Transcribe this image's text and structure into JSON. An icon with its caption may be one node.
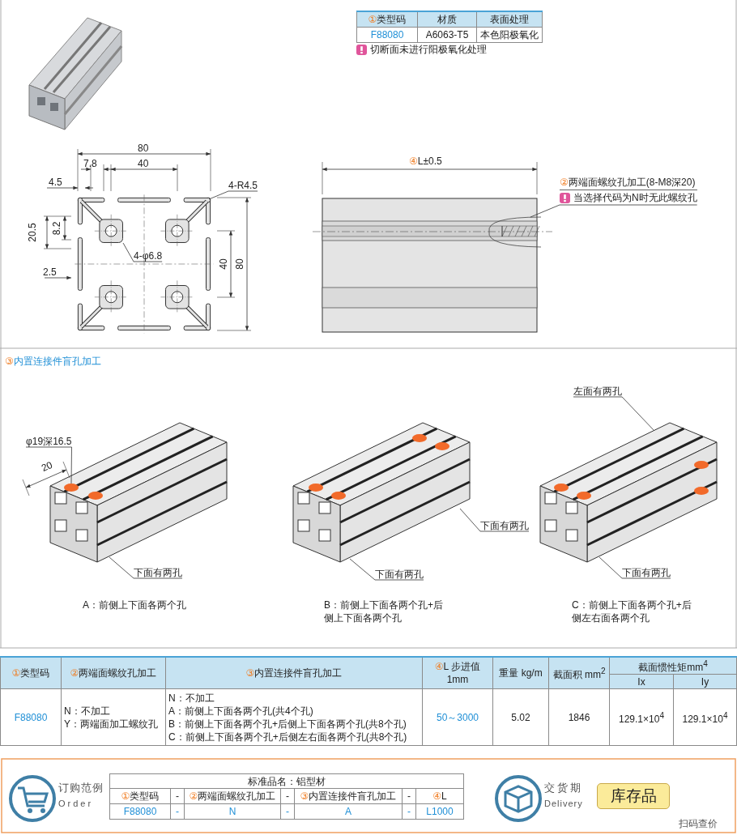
{
  "diagram": {
    "nodes": [
      {
        "text": [
          "4-R4.5"
        ]
      },
      {
        "text": [
          "4-φ6.8"
        ],
        "in": 9
      },
      {
        "text": [
          "②两端面螺纹孔加工(8-M8深20)",
          "当选择代码为N时无此螺纹孔"
        ]
      },
      {
        "text": [
          "左面有两孔"
        ]
      },
      {
        "text": [
          "φ19深16.5"
        ]
      },
      {
        "text": [
          "下面有两孔"
        ]
      },
      {
        "text": [
          "下面有两孔"
        ]
      },
      {
        "text": [
          "下面有两孔"
        ]
      },
      {
        "text": [
          "下面有两孔"
        ]
      },
      {
        "text": [],
        "shape": "picture"
      },
      {
        "text": [],
        "shape": "picture"
      },
      {
        "text": [],
        "shape": "picture"
      },
      {
        "text": [],
        "shape": "picture"
      },
      {
        "text": [],
        "shape": "picture"
      }
    ],
    "edges": [
      {
        "from": 0,
        "to": 9,
        "arrow": "none"
      },
      {
        "from": 1,
        "to": 9,
        "arrow": "none"
      },
      {
        "from": 2,
        "to": 10,
        "arrow": "none"
      },
      {
        "from": 3,
        "to": 13,
        "arrow": "none"
      },
      {
        "from": 4,
        "to": 11,
        "arrow": "none"
      },
      {
        "from": 5,
        "to": 12,
        "arrow": "none"
      },
      {
        "from": 6,
        "to": 11,
        "arrow": "none"
      },
      {
        "from": 7,
        "to": 12,
        "arrow": "none"
      },
      {
        "from": 8,
        "to": 13,
        "arrow": "none"
      }
    ],
    "labels": [
      "①类型码",
      "材质",
      "表面处理",
      "F88080",
      "A6063-T5",
      "本色阳极氧化",
      "切断面未进行阳极氧化处理",
      "80",
      "7.8",
      "40",
      "4.5",
      "20.5",
      "8.2",
      "2.5",
      "40",
      "80",
      "④L±0.5",
      "③内置连接件盲孔加工",
      "20",
      "A：前侧上下面各两个孔",
      "B：前侧上下面各两个孔+后侧上下面各两个孔",
      "C：前侧上下面各两个孔+后侧左右面各两个孔",
      "①类型码",
      "②两端面螺纹孔加工",
      "③内置连接件盲孔加工",
      "④L 步进值1mm",
      "重量 kg/m",
      "截面积 mm$^{2}$",
      "截面惯性矩mm$^{4}$",
      "Ix",
      "Iy",
      "F88080",
      "N：不加工",
      "Y：两端面加工螺纹孔",
      "N：不加工",
      "A：前侧上下面各两个孔(共4个孔)",
      "B：前侧上下面各两个孔+后侧上下面各两个孔(共8个孔)",
      "C：前侧上下面各两个孔+后侧左右面各两个孔(共8个孔)",
      "50～3000",
      "5.02",
      "1846",
      "129.1×10$^{4}$",
      "129.1×10$^{4}$",
      "订购范例",
      "Order",
      "标准品名：铝型材",
      "①类型码",
      "-",
      "②两端面螺纹孔加工",
      "-",
      "③内置连接件盲孔加工",
      "-",
      "④L",
      "F88080",
      "-",
      "N",
      "-",
      "A",
      "-",
      "L1000",
      "交货期",
      "Delivery",
      "库存品",
      "扫码查价"
    ]
  }
}
